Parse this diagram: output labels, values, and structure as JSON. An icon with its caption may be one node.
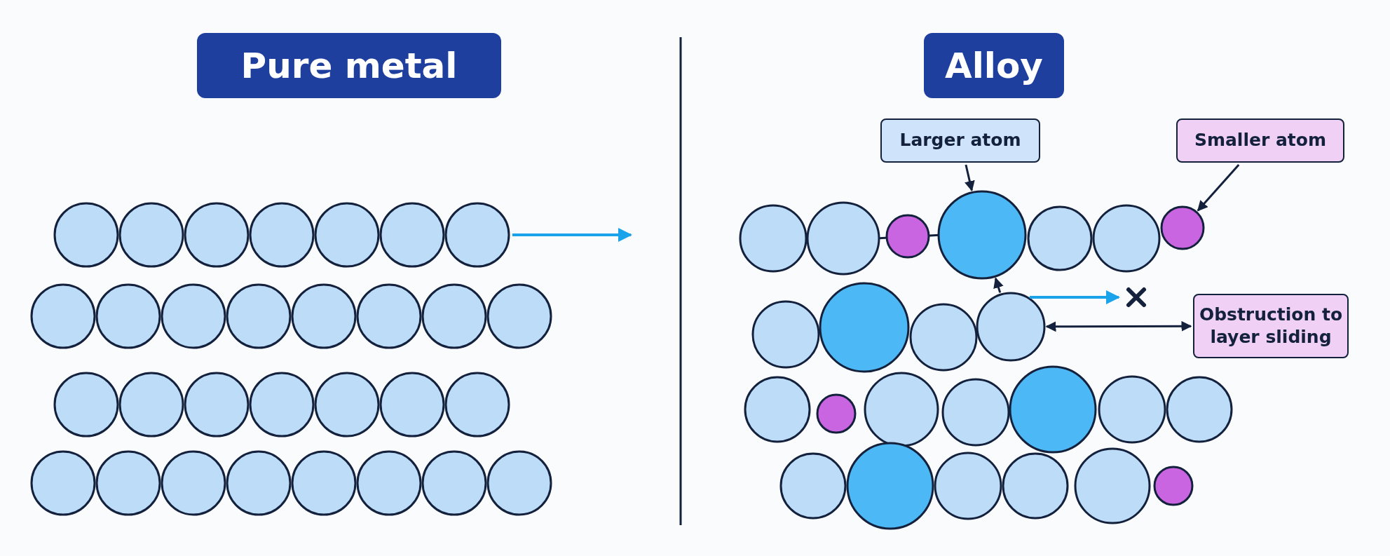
{
  "diagram": {
    "nodes": [
      {
        "text": [
          "Pure metal"
        ]
      },
      {
        "text": [
          "Alloy"
        ]
      },
      {
        "text": [
          "Larger atom"
        ]
      },
      {
        "text": [
          "Smaller atom"
        ]
      },
      {
        "text": [
          "Obstruction to layer sliding"
        ]
      },
      {
        "text": [],
        "shape": "circle"
      },
      {
        "text": [],
        "shape": "circle"
      },
      {
        "text": [],
        "shape": "circle"
      }
    ],
    "edges": [
      {
        "from": 2,
        "to": 5,
        "arrow": "to"
      },
      {
        "from": 3,
        "to": 6,
        "arrow": "to"
      },
      {
        "from": 7,
        "to": 5,
        "arrow": "to"
      },
      {
        "from": 4,
        "to": 7,
        "arrow": "both"
      }
    ]
  }
}
